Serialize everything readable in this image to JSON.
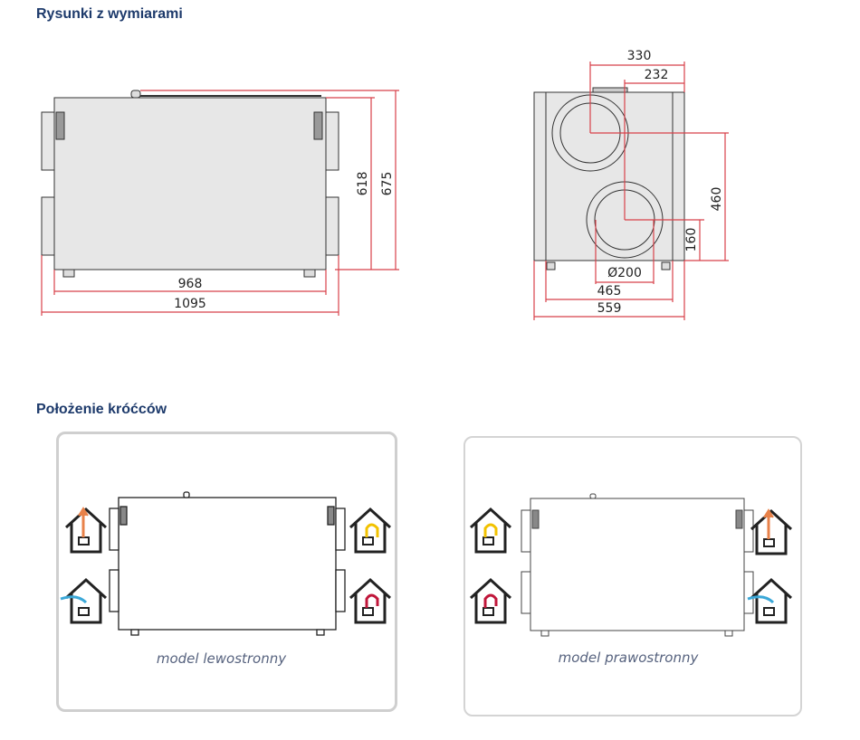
{
  "sections": {
    "dimensions_title": "Rysunki z wymiarami",
    "connectors_title": "Położenie króćców"
  },
  "front_view": {
    "height_inner": "618",
    "height_total": "675",
    "width_inner": "968",
    "width_total": "1095"
  },
  "side_view": {
    "offset_330": "330",
    "offset_232": "232",
    "height_460": "460",
    "height_160": "160",
    "diameter": "Ø200",
    "width_465": "465",
    "width_559": "559"
  },
  "models": [
    {
      "caption": "model lewostronny"
    },
    {
      "caption": "model prawostronny"
    }
  ],
  "colors": {
    "accent": "#1d3a6b",
    "dimension_line": "#d8414a",
    "exhaust": "#e8824a",
    "fresh": "#3ba8d8",
    "extract": "#f2c200",
    "supply": "#c0163a"
  }
}
